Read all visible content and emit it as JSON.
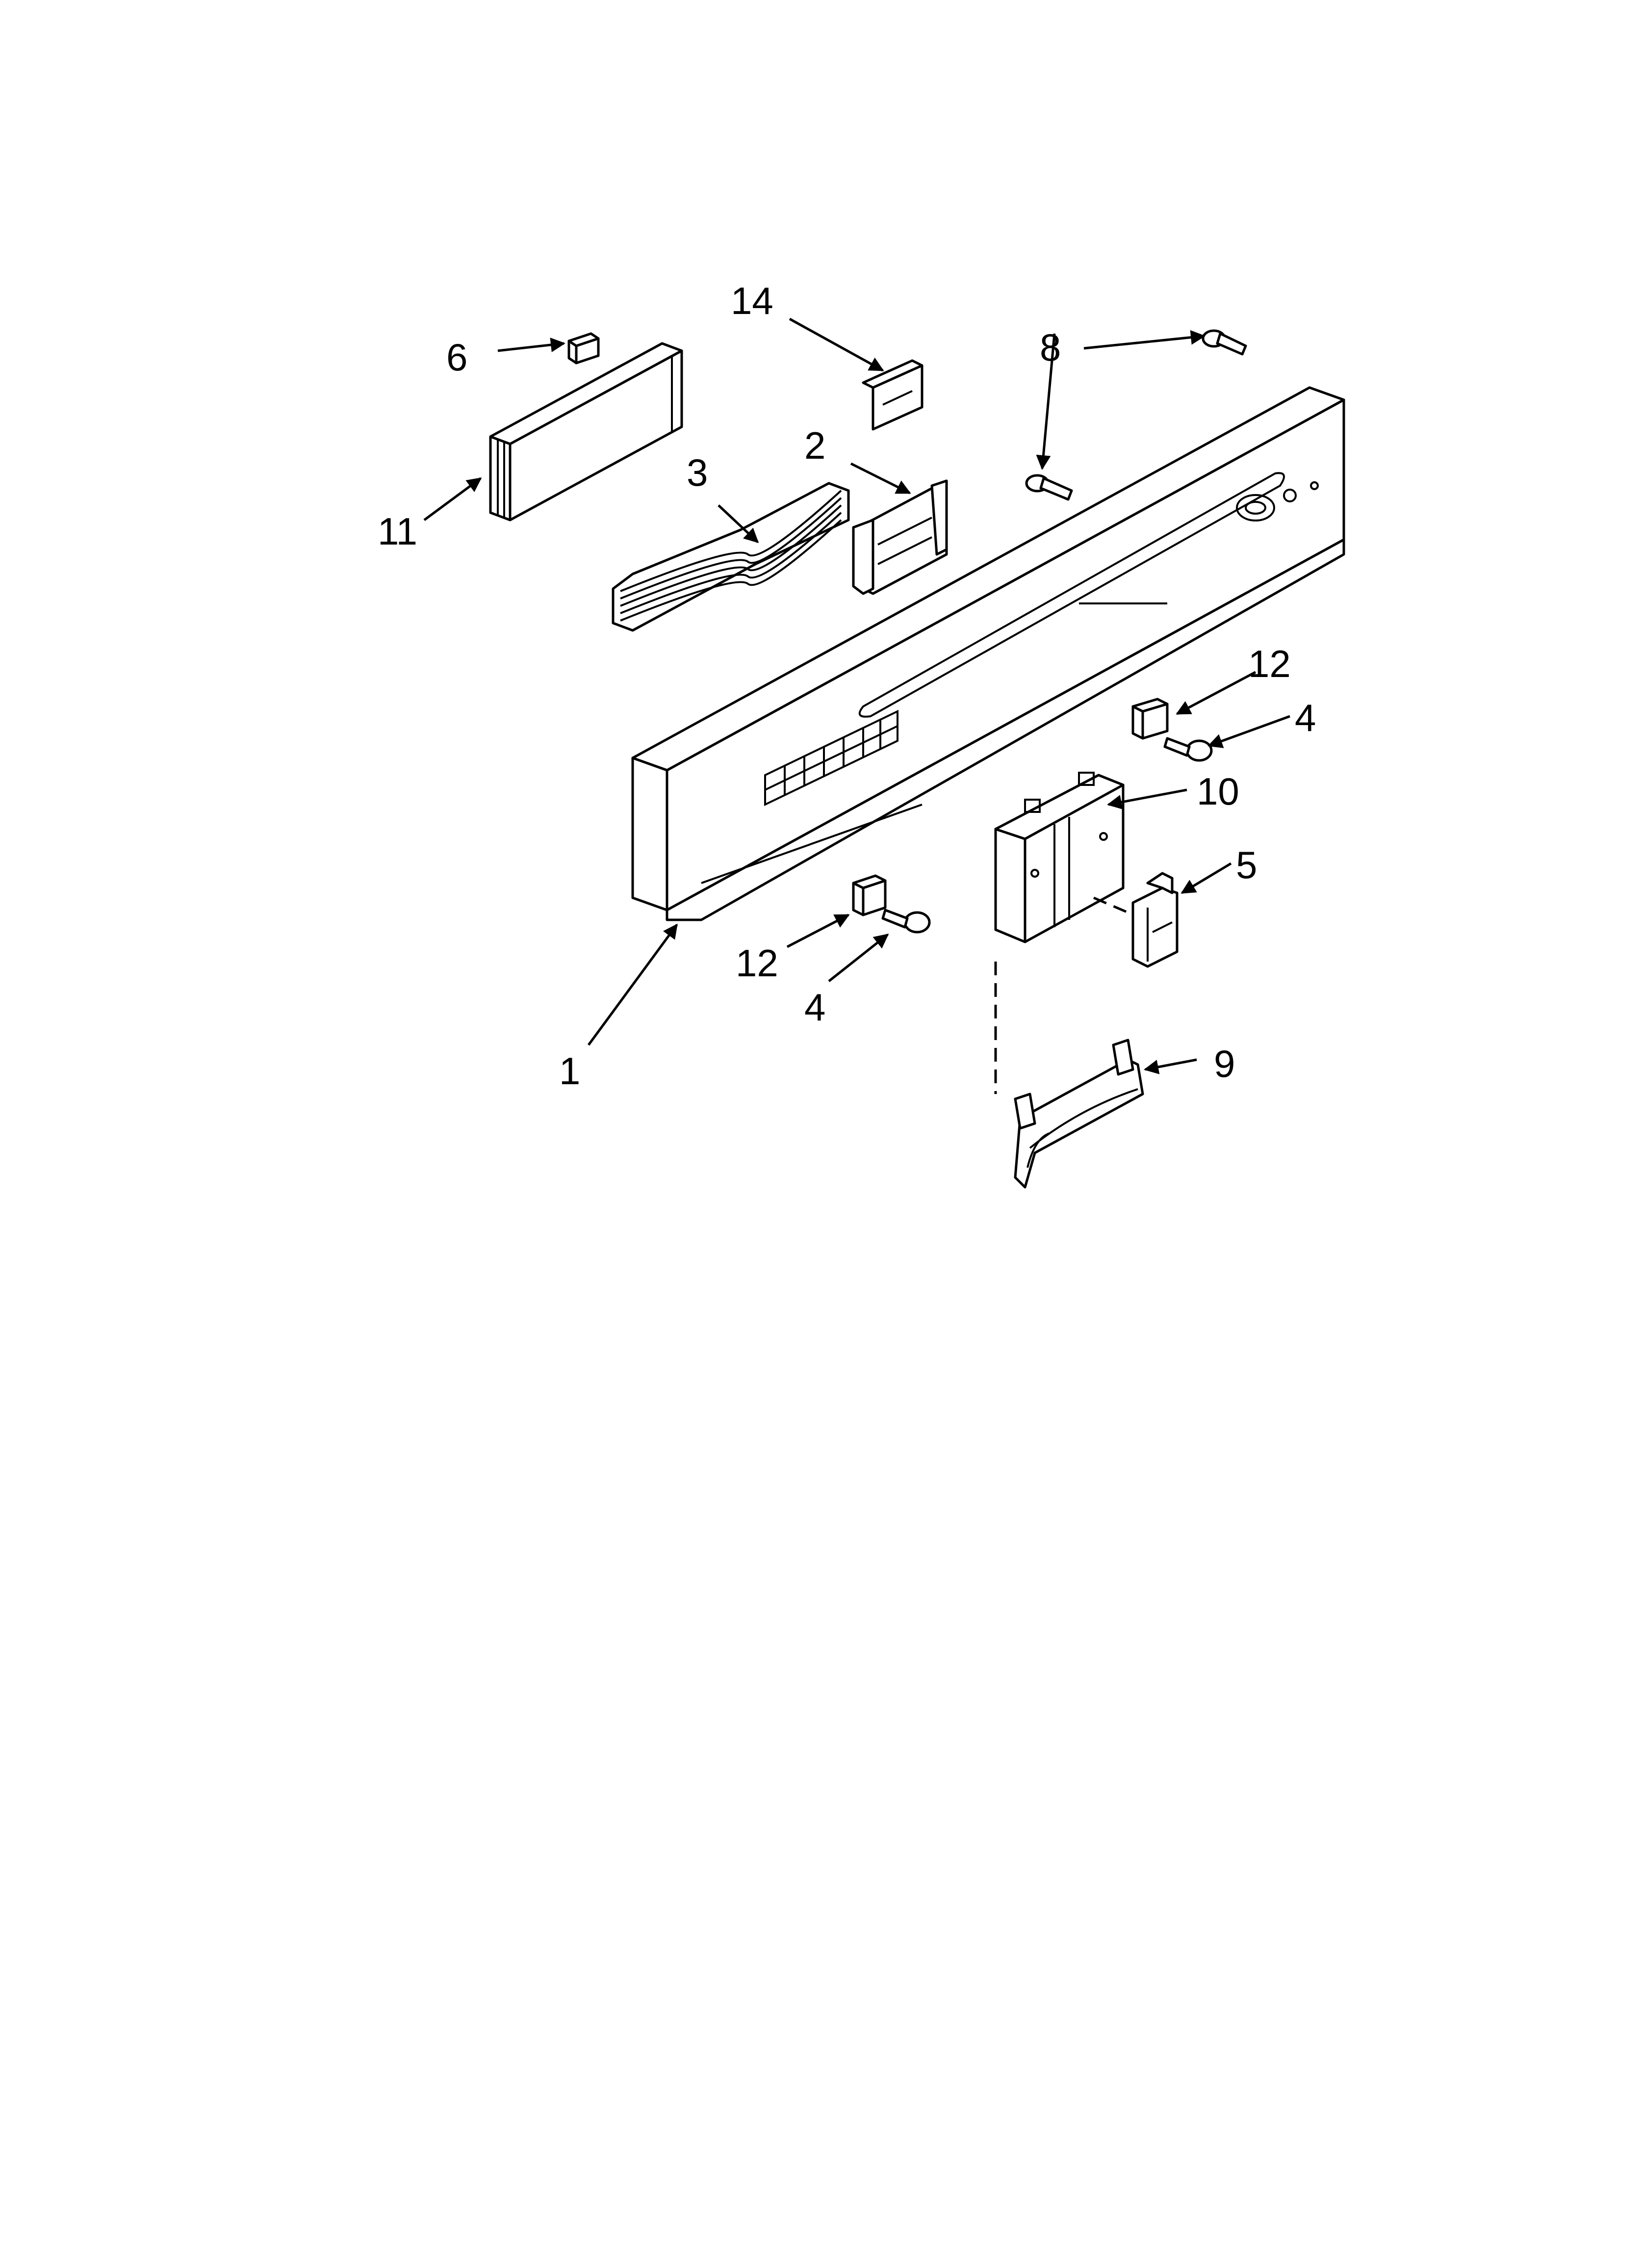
{
  "diagram": {
    "callouts": [
      {
        "id": "c1",
        "label": "1"
      },
      {
        "id": "c2",
        "label": "2"
      },
      {
        "id": "c3",
        "label": "3"
      },
      {
        "id": "c4a",
        "label": "4"
      },
      {
        "id": "c4b",
        "label": "4"
      },
      {
        "id": "c5",
        "label": "5"
      },
      {
        "id": "c6",
        "label": "6"
      },
      {
        "id": "c8",
        "label": "8"
      },
      {
        "id": "c9",
        "label": "9"
      },
      {
        "id": "c10",
        "label": "10"
      },
      {
        "id": "c11",
        "label": "11"
      },
      {
        "id": "c12a",
        "label": "12"
      },
      {
        "id": "c12b",
        "label": "12"
      },
      {
        "id": "c14",
        "label": "14"
      }
    ]
  }
}
